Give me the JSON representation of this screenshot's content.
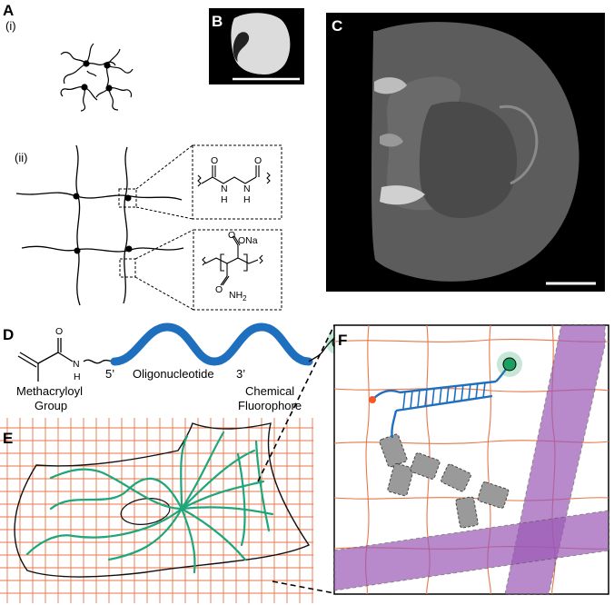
{
  "colors": {
    "grid": "#e8764a",
    "filament": "#1fa67a",
    "dna": "#1f6fbf",
    "fluor": "#1aa060",
    "purple": "#9b59b6",
    "monomer_gray": "#999999",
    "black": "#000000"
  },
  "panels": {
    "a": {
      "label": "A",
      "sub_i": "(i)",
      "sub_ii": "(ii)"
    },
    "b": {
      "label": "B"
    },
    "c": {
      "label": "C"
    },
    "d": {
      "label": "D",
      "five_prime": "5’",
      "three_prime": "3’",
      "oligo": "Oligonucleotide",
      "group_line1": "Methacryloyl",
      "group_line2": "Group",
      "fluor_line1": "Chemical",
      "fluor_line2": "Fluorophore",
      "amide_o": "O",
      "amide_n": "N",
      "amide_h": "H"
    },
    "e": {
      "label": "E"
    },
    "f": {
      "label": "F"
    }
  },
  "chem": {
    "crosslinker_o1": "O",
    "crosslinker_o2": "O",
    "crosslinker_n1": "N",
    "crosslinker_n2": "N",
    "crosslinker_h1": "H",
    "crosslinker_h2": "H",
    "acrylate_group": "ONa",
    "acrylate_o": "O",
    "acrylate_o2": "O",
    "amide_group": "NH",
    "amide_sub": "2"
  }
}
